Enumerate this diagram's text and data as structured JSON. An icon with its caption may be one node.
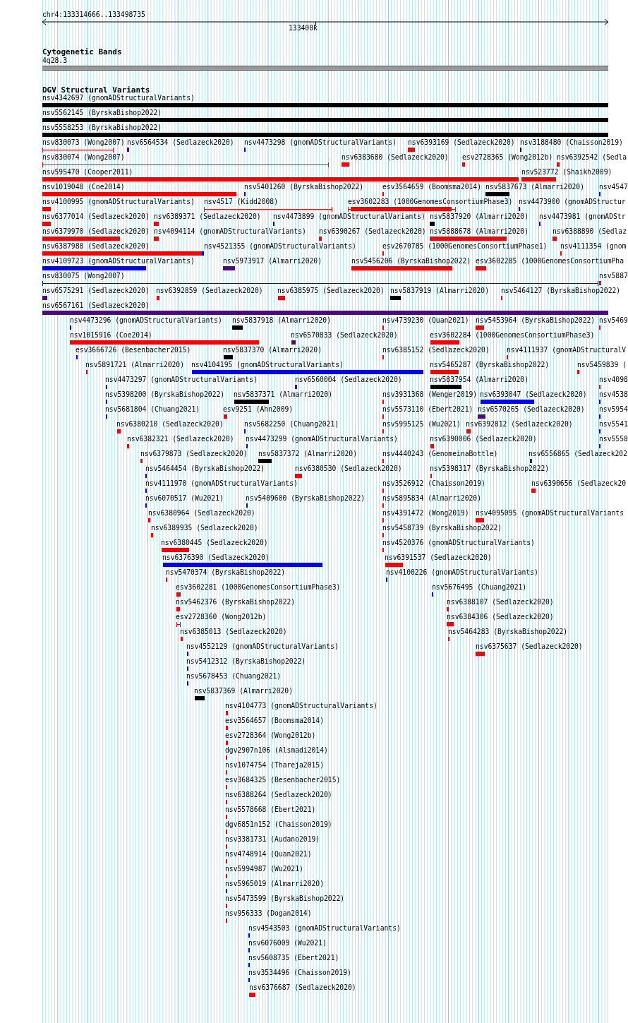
{
  "diagram": {
    "labels": [
      "chr4:133314666..133498735",
      "133400k",
      "Cytogenetic Bands",
      "4q28.3",
      "DGV Structural Variants",
      "nsv4342697 (gnomADStructuralVariants)",
      "nsv5562145 (ByrskaBishop2022)",
      "nsv5558253 (ByrskaBishop2022)",
      "nsv830073 (Wong2007)",
      "nsv6564534 (Sedlazeck2020)",
      "nsv4473298 (gnomADStructuralVariants)",
      "nsv6393169 (Sedlazeck2020)",
      "nsv3188480 (Chaisson2019)",
      "nsv830074 (Wong2007)",
      "nsv6383680 (Sedlazeck2020)",
      "esv2728365 (Wong2012b)",
      "nsv6392542 (Sedla",
      "nsv595470 (Cooper2011)",
      "nsv523772 (Shaikh2009)",
      "nsv1019048 (Coe2014)",
      "nsv5401260 (ByrskaBishop2022)",
      "esv3564659 (Boomsma2014)",
      "nsv5837673 (Almarri2020)",
      "nsv4547",
      "nsv4100995 (gnomADStructuralVariants)",
      "nsv4517 (Kidd2008)",
      "esv3602283 (1000GenomesConsortiumPhase3)",
      "nsv4473900 (gnomADStructur",
      "nsv6377014 (Sedlazeck2020)",
      "nsv6389371 (Sedlazeck2020)",
      "nsv4473899 (gnomADStructuralVariants)",
      "nsv5837920 (Almarri2020)",
      "nsv4473981 (gnomADStr",
      "nsv6379970 (Sedlazeck2020)",
      "nsv4094114 (gnomADStructuralVariants)",
      "nsv6390267 (Sedlazeck2020)",
      "nsv5888678 (Almarri2020)",
      "nsv6388890 (Sedlaz",
      "nsv6387988 (Sedlazeck2020)",
      "nsv4521355 (gnomADStructuralVariants)",
      "esv2670785 (1000GenomesConsortiumPhase1)",
      "nsv4111354 (gnom",
      "nsv4109723 (gnomADStructuralVariants)",
      "nsv5973917 (Almarri2020)",
      "nsv5456206 (ByrskaBishop2022)",
      "esv3602285 (1000GenomesConsortiumPha",
      "nsv830075 (Wong2007)",
      "nsv5887",
      "nsv6575291 (Sedlazeck2020)",
      "nsv6392859 (Sedlazeck2020)",
      "nsv6385975 (Sedlazeck2020)",
      "nsv5837919 (Almarri2020)",
      "nsv5464127 (ByrskaBishop2022)",
      "nsv6567161 (Sedlazeck2020)",
      "nsv4473296 (gnomADStructuralVariants)",
      "nsv5837918 (Almarri2020)",
      "nsv4739230 (Quan2021)",
      "nsv5453964 (ByrskaBishop2022)",
      "nsv5469",
      "nsv1015916 (Coe2014)",
      "nsv6570833 (Sedlazeck2020)",
      "esv3602284 (1000GenomesConsortiumPhase3)",
      "esv3666726 (Besenbacher2015)",
      "nsv5837370 (Almarri2020)",
      "nsv6385152 (Sedlazeck2020)",
      "nsv4111937 (gnomADStructuralV",
      "nsv5891721 (Almarri2020)",
      "nsv4104195 (gnomADStructuralVariants)",
      "nsv5465287 (ByrskaBishop2022)",
      "nsv5459839 (",
      "nsv4473297 (gnomADStructuralVariants)",
      "nsv6560004 (Sedlazeck2020)",
      "nsv5837954 (Almarri2020)",
      "nsv4098",
      "nsv5398200 (ByrskaBishop2022)",
      "nsv5837371 (Almarri2020)",
      "nsv3931368 (Wenger2019)",
      "nsv6393047 (Sedlazeck2020)",
      "nsv4538",
      "nsv5681804 (Chuang2021)",
      "esv9251 (Ahn2009)",
      "nsv5573110 (Ebert2021)",
      "nsv6570265 (Sedlazeck2020)",
      "nsv5954",
      "nsv6380210 (Sedlazeck2020)",
      "nsv5682250 (Chuang2021)",
      "nsv5995125 (Wu2021)",
      "nsv6392812 (Sedlazeck2020)",
      "nsv5541",
      "nsv6382321 (Sedlazeck2020)",
      "nsv4473299 (gnomADStructuralVariants)",
      "nsv6390006 (Sedlazeck2020)",
      "nsv5558",
      "nsv6379873 (Sedlazeck2020)",
      "nsv5837372 (Almarri2020)",
      "nsv4440243 (GenomeinaBottle)",
      "nsv6556865 (Sedlazeck202",
      "nsv5464454 (ByrskaBishop2022)",
      "nsv6380530 (Sedlazeck2020)",
      "nsv5398317 (ByrskaBishop2022)",
      "nsv4111970 (gnomADStructuralVariants)",
      "nsv3526912 (Chaisson2019)",
      "nsv6390656 (Sedlazeck20",
      "nsv6070517 (Wu2021)",
      "nsv5409600 (ByrskaBishop2022)",
      "nsv5895834 (Almarri2020)",
      "nsv6380964 (Sedlazeck2020)",
      "nsv4391472 (Wong2019)",
      "nsv4095095 (gnomADStructuralVariants",
      "nsv6389935 (Sedlazeck2020)",
      "nsv5458739 (ByrskaBishop2022)",
      "nsv6380445 (Sedlazeck2020)",
      "nsv4520376 (gnomADStructuralVariants)",
      "nsv6376390 (Sedlazeck2020)",
      "nsv6391537 (Sedlazeck2020)",
      "nsv5470374 (ByrskaBishop2022)",
      "nsv4100226 (gnomADStructuralVariants)",
      "esv3602281 (1000GenomesConsortiumPhase3)",
      "nsv5676495 (Chuang2021)",
      "nsv5462376 (ByrskaBishop2022)",
      "nsv6388107 (Sedlazeck2020)",
      "esv2728360 (Wong2012b)",
      "nsv6384306 (Sedlazeck2020)",
      "nsv6385013 (Sedlazeck2020)",
      "nsv5464283 (ByrskaBishop2022)",
      "nsv4552129 (gnomADStructuralVariants)",
      "nsv6375637 (Sedlazeck2020)",
      "nsv5412312 (ByrskaBishop2022)",
      "nsv5678453 (Chuang2021)",
      "nsv5837369 (Almarri2020)",
      "nsv4104773 (gnomADStructuralVariants)",
      "esv3564657 (Boomsma2014)",
      "esv2728364 (Wong2012b)",
      "dgv2907n106 (Alsmadi2014)",
      "nsv1074754 (Thareja2015)",
      "esv3684325 (Besenbacher2015)",
      "nsv6388264 (Sedlazeck2020)",
      "nsv5578668 (Ebert2021)",
      "dgv6851n152 (Chaisson2019)",
      "nsv3381731 (Audano2019)",
      "nsv4748914 (Quan2021)",
      "nsv5994987 (Wu2021)",
      "nsv5965019 (Almarri2020)",
      "nsv5473599 (ByrskaBishop2022)",
      "nsv956333 (Dogan2014)",
      "nsv4543503 (gnomADStructuralVariants)",
      "nsv6076009 (Wu2021)",
      "nsv5608735 (Ebert2021)",
      "nsv3534496 (Chaisson2019)",
      "nsv6376687 (Sedlazeck2020)"
    ]
  }
}
